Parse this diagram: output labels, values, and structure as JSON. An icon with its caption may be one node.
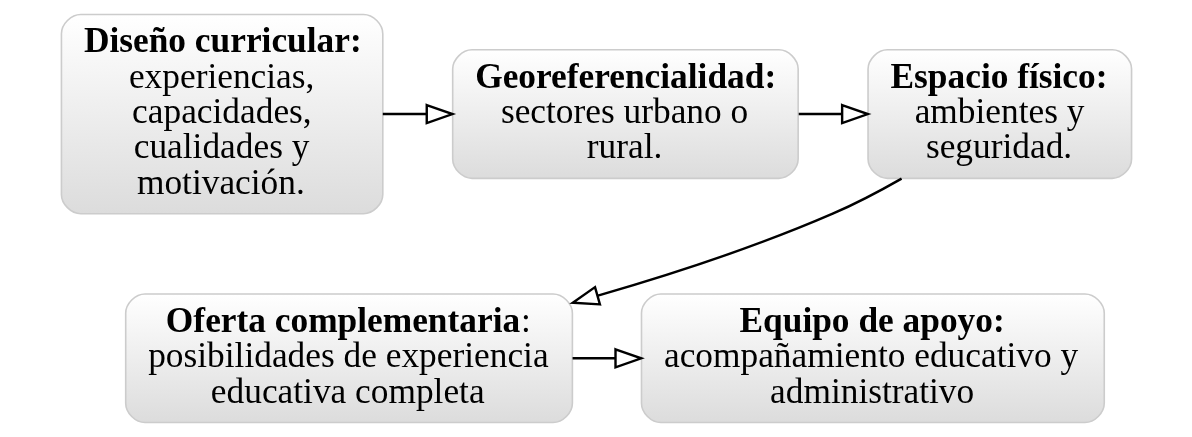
{
  "diagram": {
    "nodes": [
      {
        "text": [
          "Diseño curricular:",
          "experiencias, capacidades, cualidades y motivación."
        ]
      },
      {
        "text": [
          "Georeferencialidad:",
          "sectores urbano o rural."
        ]
      },
      {
        "text": [
          "Espacio físico:",
          "ambientes y seguridad."
        ]
      },
      {
        "text": [
          "**Oferta complementaria**:",
          "posibilidades de experiencia educativa completa"
        ]
      },
      {
        "text": [
          "Equipo de apoyo:",
          "acompañamiento educativo y administrativo"
        ]
      }
    ],
    "edges": [
      {
        "from": 0,
        "to": 1,
        "arrow": "to"
      },
      {
        "from": 1,
        "to": 2,
        "arrow": "to"
      },
      {
        "from": 2,
        "to": 3,
        "arrow": "to"
      },
      {
        "from": 3,
        "to": 4,
        "arrow": "to"
      }
    ]
  }
}
